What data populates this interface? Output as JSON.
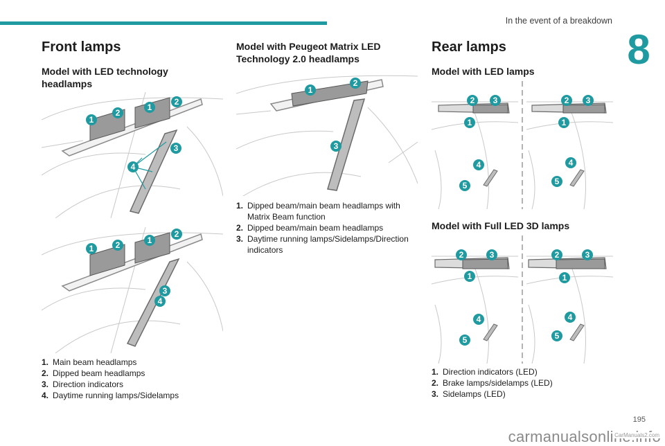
{
  "header": {
    "section_title": "In the event of a breakdown",
    "chapter_number": "8"
  },
  "front": {
    "title": "Front lamps",
    "led_heading": "Model with LED technology headlamps",
    "matrix_heading": "Model with Peugeot Matrix LED Technology 2.0 headlamps",
    "led_legend": [
      {
        "num": "1.",
        "text": "Main beam headlamps"
      },
      {
        "num": "2.",
        "text": "Dipped beam headlamps"
      },
      {
        "num": "3.",
        "text": "Direction indicators"
      },
      {
        "num": "4.",
        "text": "Daytime running lamps/Sidelamps"
      }
    ],
    "matrix_legend": [
      {
        "num": "1.",
        "text": "Dipped beam/main beam headlamps with Matrix Beam function"
      },
      {
        "num": "2.",
        "text": "Dipped beam/main beam headlamps"
      },
      {
        "num": "3.",
        "text": "Daytime running lamps/Sidelamps/Direction indicators"
      }
    ]
  },
  "rear": {
    "title": "Rear lamps",
    "led_heading": "Model with LED lamps",
    "full3d_heading": "Model with Full LED 3D lamps",
    "legend": [
      {
        "num": "1.",
        "text": "Direction indicators (LED)"
      },
      {
        "num": "2.",
        "text": "Brake lamps/sidelamps (LED)"
      },
      {
        "num": "3.",
        "text": "Sidelamps (LED)"
      }
    ]
  },
  "callouts": {
    "c1": "1",
    "c2": "2",
    "c3": "3",
    "c4": "4",
    "c5": "5"
  },
  "footer": {
    "page_number": "195",
    "watermark": "carmanualsonline.info",
    "watermark_tag": "CarManuals2.com"
  },
  "colors": {
    "accent": "#1f9aa0",
    "lamp_fill": "#9a9a9a",
    "line": "#bdbdbd"
  }
}
